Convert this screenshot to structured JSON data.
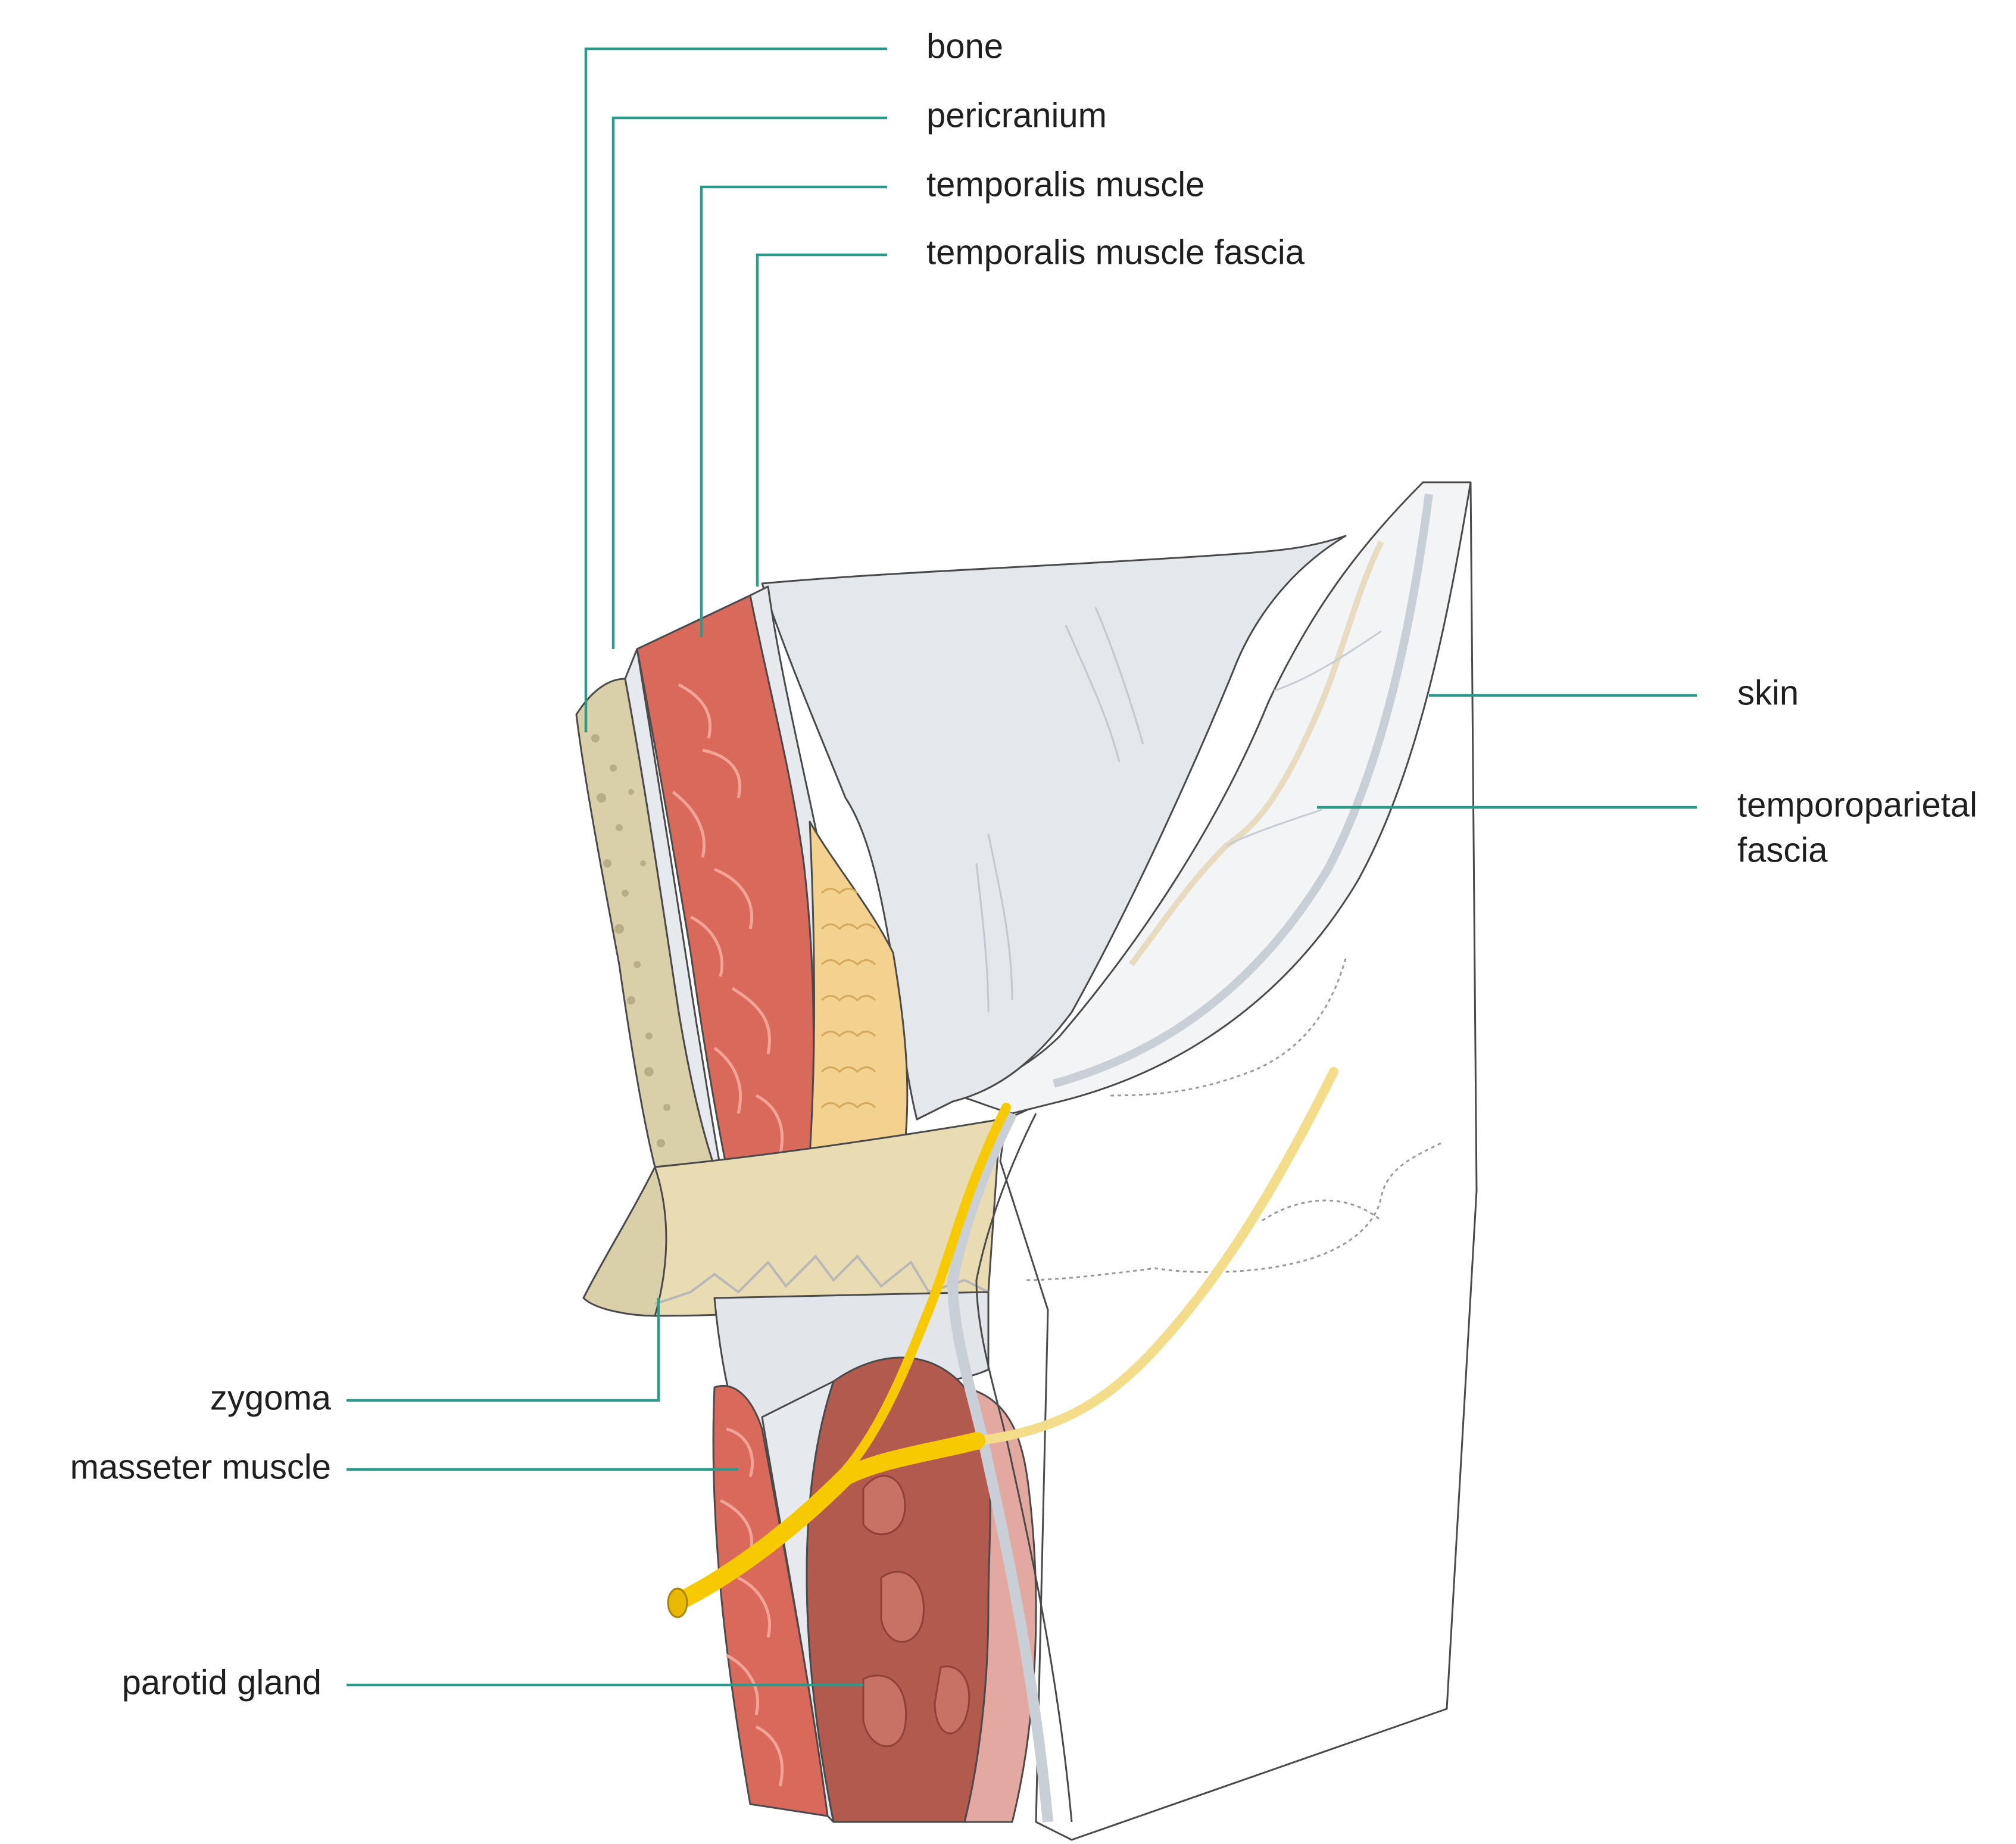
{
  "labels": {
    "bone": "bone",
    "pericranium": "pericranium",
    "temporalis_muscle": "temporalis muscle",
    "temporalis_muscle_fascia": "temporalis muscle fascia",
    "skin": "skin",
    "temporoparietal_fascia_line1": "temporoparietal",
    "temporoparietal_fascia_line2": "fascia",
    "zygoma": "zygoma",
    "masseter_muscle": "masseter muscle",
    "parotid_gland": "parotid gland"
  },
  "colors": {
    "leader_line": "#2b9a88",
    "bone": "#d9cfa8",
    "muscle": "#d9695a",
    "fascia": "#dde3e8",
    "fat": "#f2d28e",
    "nerve": "#f7c900",
    "parotid": "#b35a4e",
    "skin_flap": "#eef1f4"
  }
}
